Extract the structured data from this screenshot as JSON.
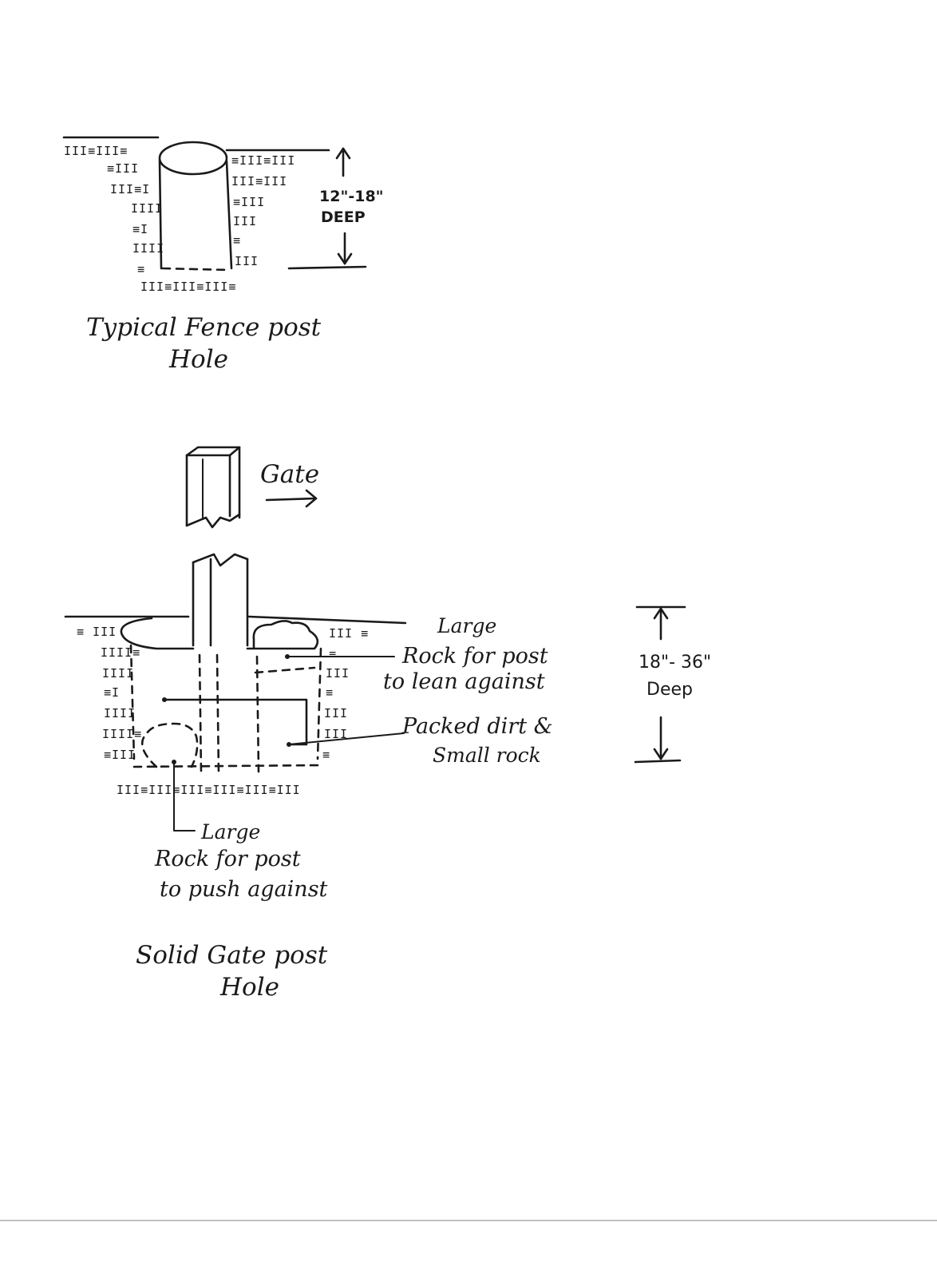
{
  "diagram_1": {
    "title_line1": "Typical Fence post",
    "title_line2": "Hole",
    "depth_value": "12\"-18\"",
    "depth_word": "DEEP"
  },
  "diagram_2": {
    "gate_label": "Gate",
    "rock_lean_line1": "Large",
    "rock_lean_line2": "Rock for post",
    "rock_lean_line3": "to lean against",
    "packed_line1": "Packed dirt &",
    "packed_line2": "Small rock",
    "rock_push_line1": "Large",
    "rock_push_line2": "Rock for post",
    "rock_push_line3": "to push against",
    "title_line1": "Solid Gate post",
    "title_line2": "Hole",
    "depth_value": "18\"- 36\"",
    "depth_word": "Deep"
  },
  "icons": {
    "arrow": "arrow-right-icon",
    "dim_arrow_up": "arrow-up-icon",
    "dim_arrow_down": "arrow-down-icon"
  },
  "colors": {
    "ink": "#1a1a1a",
    "paper": "#ffffff"
  }
}
